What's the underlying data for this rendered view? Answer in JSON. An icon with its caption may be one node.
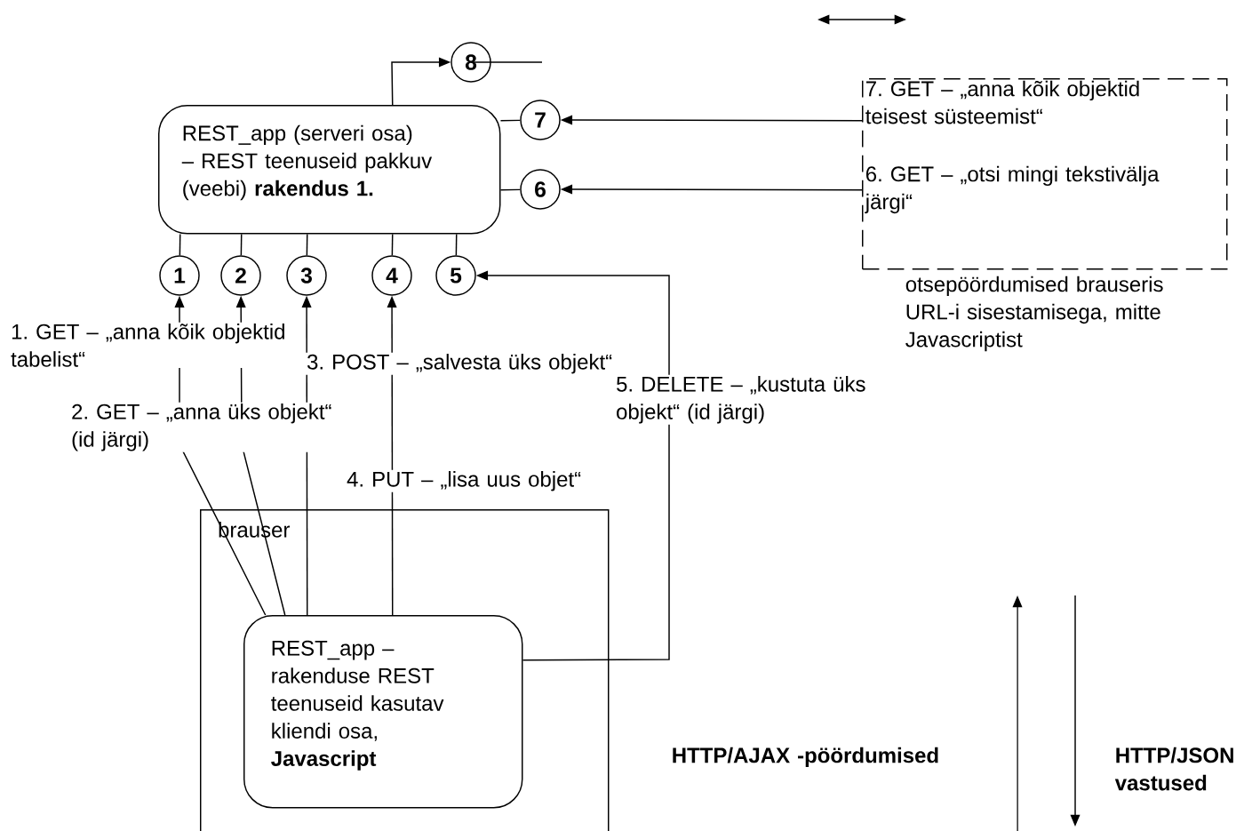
{
  "diagram": {
    "nodes": [
      {
        "text": [
          "REST_app (serveri osa) – REST teenuseid pakkuv (veebi) **rakendus 1.**"
        ]
      },
      {
        "text": [
          "1"
        ]
      },
      {
        "text": [
          "2"
        ]
      },
      {
        "text": [
          "3"
        ]
      },
      {
        "text": [
          "4"
        ]
      },
      {
        "text": [
          "5"
        ]
      },
      {
        "text": [
          "6"
        ]
      },
      {
        "text": [
          "7"
        ]
      },
      {
        "text": [
          "8"
        ]
      },
      {
        "text": [
          "brauser"
        ]
      },
      {
        "text": [
          "REST_app – rakenduse REST teenuseid kasutav kliendi osa, **Javascript**"
        ],
        "in": 9
      },
      {
        "text": [
          "7. GET – „anna kõik objektid teisest süsteemist“",
          "6. GET – „otsi mingi tekstivälja järgi“"
        ],
        "beside": [
          "otsepöördumised brauseris URL-i sisestamisega, mitte Javascriptist"
        ]
      }
    ],
    "edges": [
      {
        "from": 0,
        "to": 1,
        "arrow": "none"
      },
      {
        "from": 0,
        "to": 2,
        "arrow": "none"
      },
      {
        "from": 0,
        "to": 3,
        "arrow": "none"
      },
      {
        "from": 0,
        "to": 4,
        "arrow": "none"
      },
      {
        "from": 0,
        "to": 5,
        "arrow": "none"
      },
      {
        "from": 0,
        "to": 6,
        "arrow": "none"
      },
      {
        "from": 0,
        "to": 7,
        "arrow": "none"
      },
      {
        "from": 0,
        "to": 8,
        "arrow": "to"
      },
      {
        "from": 8,
        "to": null,
        "arrow": "none"
      },
      {
        "from": 10,
        "to": 1,
        "arrow": "to",
        "label": "1. GET – „anna kõik objektid tabelist“"
      },
      {
        "from": 10,
        "to": 2,
        "arrow": "to",
        "label": "2. GET – „anna üks objekt“ (id järgi)"
      },
      {
        "from": 10,
        "to": 3,
        "arrow": "to",
        "label": "3. POST – „salvesta üks objekt“"
      },
      {
        "from": 10,
        "to": 4,
        "arrow": "to",
        "label": "4. PUT – „lisa uus objet“"
      },
      {
        "from": 10,
        "to": 5,
        "arrow": "to",
        "label": "5. DELETE – „kustuta üks objekt“ (id järgi)"
      },
      {
        "from": 11,
        "to": 7,
        "arrow": "to"
      },
      {
        "from": 11,
        "to": 6,
        "arrow": "to"
      }
    ],
    "labels": [
      "HTTP/AJAX -pöördumised",
      "HTTP/JSON vastused"
    ]
  }
}
